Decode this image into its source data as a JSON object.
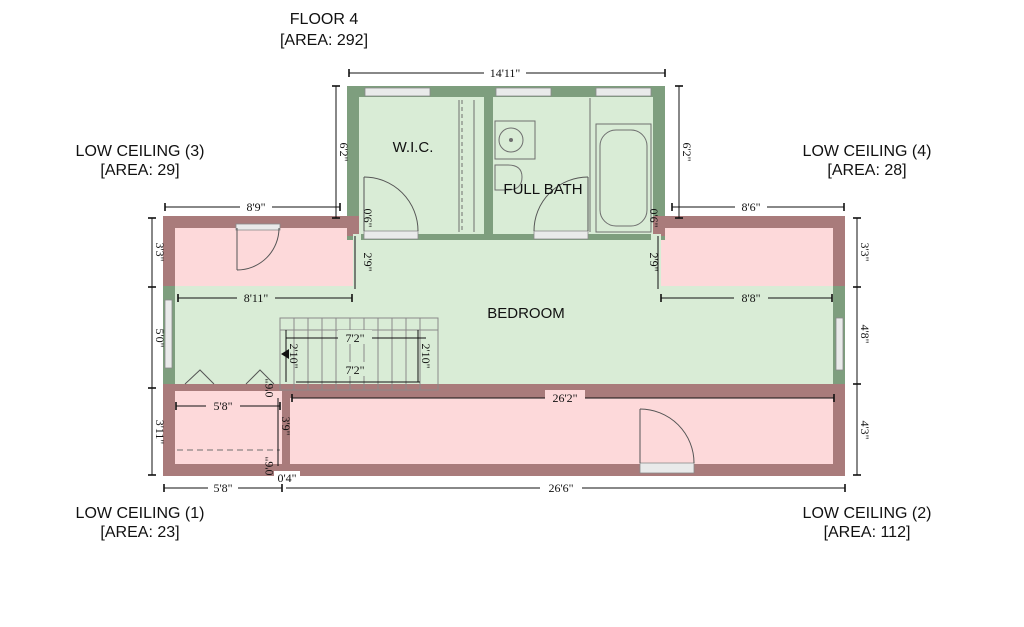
{
  "floor": {
    "title": "FLOOR 4",
    "area": "[AREA: 292]"
  },
  "zones": [
    {
      "name": "LOW CEILING (3)",
      "area": "[AREA: 29]"
    },
    {
      "name": "LOW CEILING (4)",
      "area": "[AREA: 28]"
    },
    {
      "name": "LOW CEILING (1)",
      "area": "[AREA: 23]"
    },
    {
      "name": "LOW CEILING (2)",
      "area": "[AREA: 112]"
    }
  ],
  "rooms": {
    "wic": "W.I.C.",
    "bath": "FULL BATH",
    "bedroom": "BEDROOM"
  },
  "dims": {
    "top_width": "14'11\"",
    "wic_height": "6'2\"",
    "bath_height": "6'2\"",
    "left_upper_width": "8'9\"",
    "right_upper_width": "8'6\"",
    "left_low_width": "8'11\"",
    "right_low_width": "8'8\"",
    "left_depth_top": "3'3\"",
    "right_depth_top": "3'3\"",
    "left_mid": "5'0\"",
    "right_mid": "4'8\"",
    "left_depth_bottom": "3'11\"",
    "right_depth_bottom": "4'3\"",
    "notch_left": "2'9\"",
    "notch_right": "2'9\"",
    "wall_left": "0'6\"",
    "wall_right": "0'6\"",
    "stair_run_top": "7'2\"",
    "stair_run_bottom": "7'2\"",
    "stair_w_left": "2'10\"",
    "stair_w_right": "2'10\"",
    "closet_width": "5'8\"",
    "closet_height": "3'9\"",
    "small_wall": "0'6\"",
    "small_gap": "0'4\"",
    "bottom_left": "5'8\"",
    "bottom_right": "26'6\"",
    "long_width": "26'2\""
  }
}
